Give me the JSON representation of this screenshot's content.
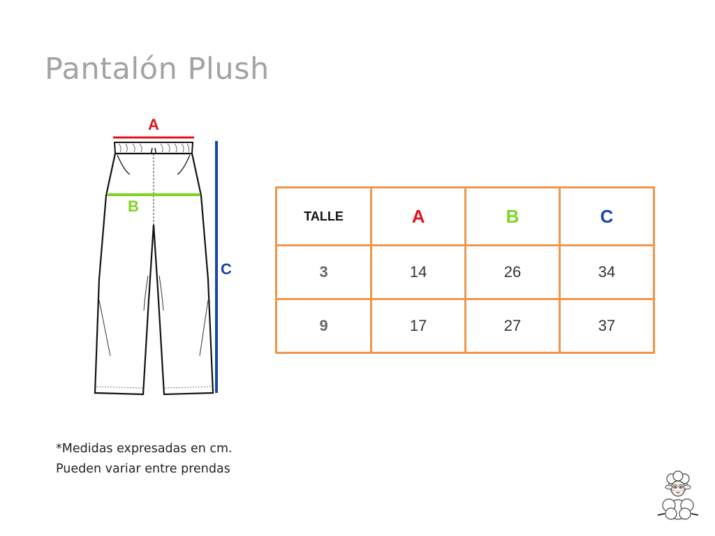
{
  "title": "Pantalón Plush",
  "diagram": {
    "label_a": "A",
    "label_b": "B",
    "label_c": "C",
    "colors": {
      "a": "#e3111a",
      "b": "#7ed321",
      "c": "#1747a6"
    },
    "icon": "pants-outline"
  },
  "table": {
    "headers": [
      "TALLE",
      "A",
      "B",
      "C"
    ],
    "rows": [
      [
        "3",
        "14",
        "26",
        "34"
      ],
      [
        "9",
        "17",
        "27",
        "37"
      ]
    ],
    "border_color": "#f0954a"
  },
  "notes": {
    "line1": "*Medidas expresadas en cm.",
    "line2": "Pueden variar entre prendas"
  },
  "mascot": {
    "icon": "sheep-logo"
  }
}
